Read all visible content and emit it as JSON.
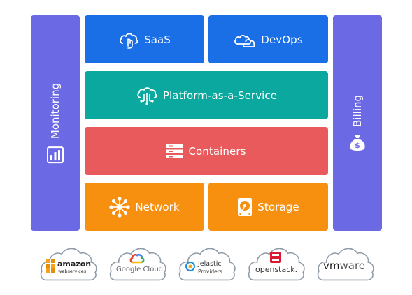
{
  "blocks": {
    "saas": "SaaS",
    "devops": "DevOps",
    "paas": "Platform-as-a-Service",
    "containers": "Containers",
    "network": "Network",
    "storage": "Storage"
  },
  "side": {
    "monitoring": "Monitoring",
    "billing": "Billing"
  },
  "providers": {
    "amazon_main": "amazon",
    "amazon_sub": "webservices",
    "google": "Google Cloud",
    "jelastic_main": "Jelastic",
    "jelastic_sub": "Providers",
    "openstack": "openstack.",
    "vmware_vm": "vm",
    "vmware_ware": "ware"
  },
  "colors": {
    "blue": "#1a6ee6",
    "teal": "#0aa89e",
    "red": "#e85a5c",
    "orange": "#f7900f",
    "purple": "#6b69e3"
  }
}
